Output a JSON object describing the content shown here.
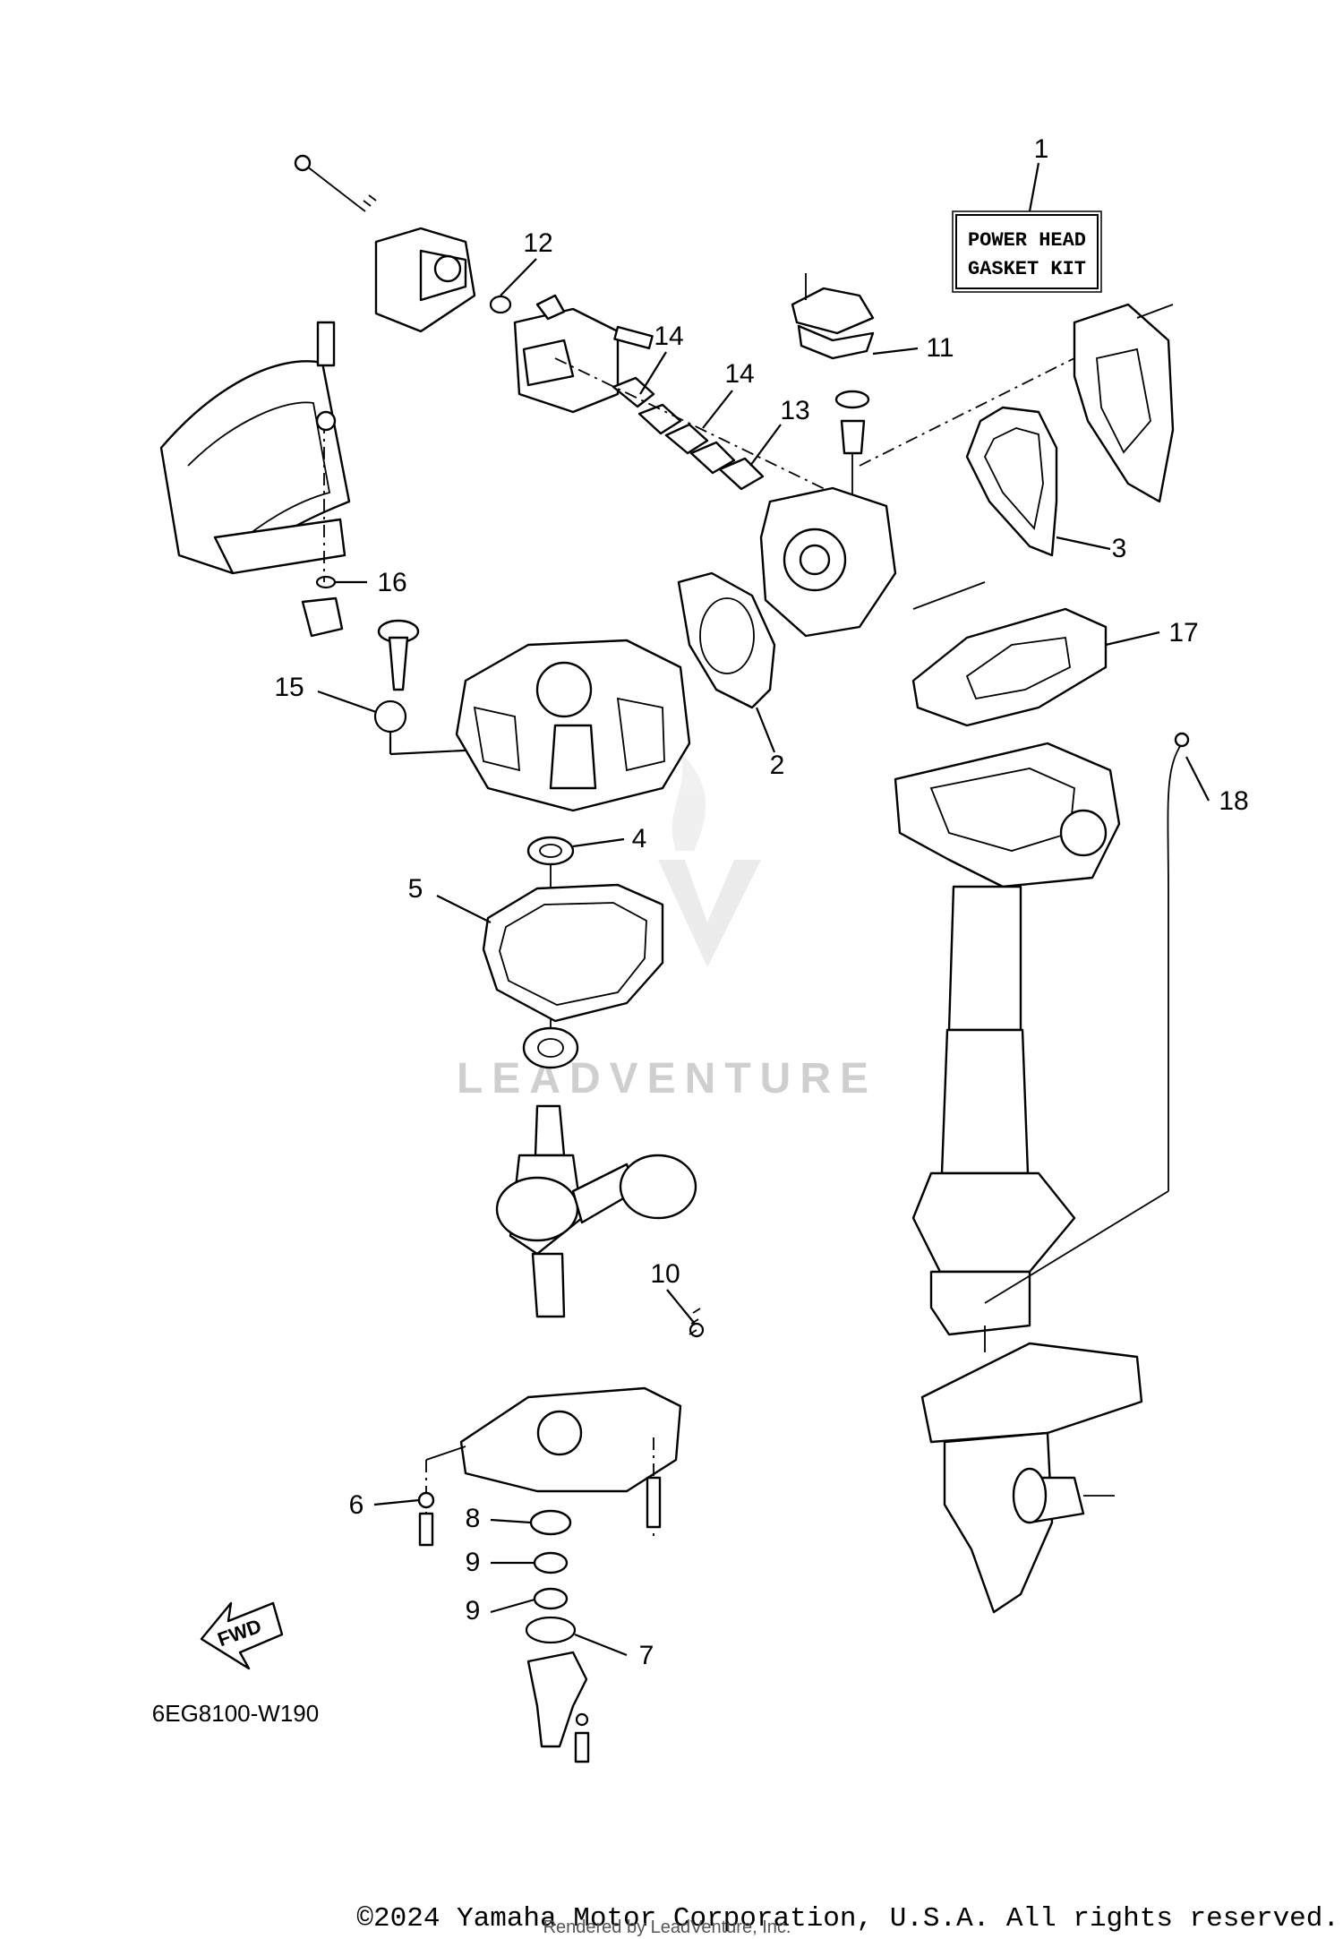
{
  "kit_label": {
    "line1": "POWER HEAD",
    "line2": "GASKET KIT"
  },
  "callouts": [
    "1",
    "2",
    "3",
    "4",
    "5",
    "6",
    "7",
    "8",
    "9",
    "9",
    "10",
    "11",
    "12",
    "13",
    "14",
    "14",
    "15",
    "16",
    "17",
    "18"
  ],
  "fwd_label": "FWD",
  "diagram_code": "6EG8100-W190",
  "watermark": "LEADVENTURE",
  "copyright": "©2024 Yamaha Motor Corporation, U.S.A. All rights reserved.",
  "rendered_by": "Rendered by LeadVenture, Inc."
}
